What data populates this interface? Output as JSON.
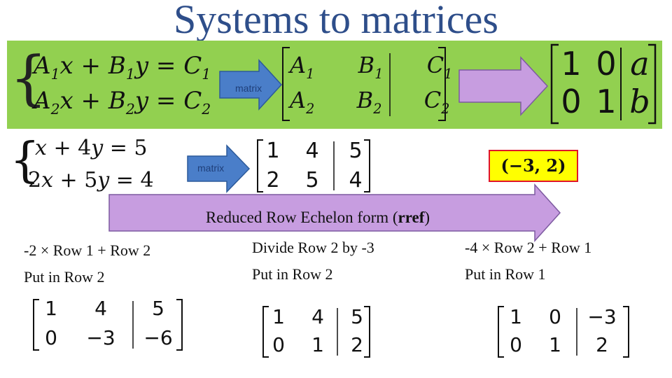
{
  "title": "Systems to matrices",
  "general": {
    "eq1": {
      "a": "A",
      "a_sub": "1",
      "x": "x",
      "plus": "+",
      "b": "B",
      "b_sub": "1",
      "y": "y",
      "eq": "=",
      "c": "C",
      "c_sub": "1"
    },
    "eq2": {
      "a": "A",
      "a_sub": "2",
      "x": "x",
      "plus": "+",
      "b": "B",
      "b_sub": "2",
      "y": "y",
      "eq": "=",
      "c": "C",
      "c_sub": "2"
    },
    "arrow_label": "matrix",
    "augmented": {
      "a1": "A",
      "a1_sub": "1",
      "b1": "B",
      "b1_sub": "1",
      "c1": "C",
      "c1_sub": "1",
      "a2": "A",
      "a2_sub": "2",
      "b2": "B",
      "b2_sub": "2",
      "c2": "C",
      "c2_sub": "2"
    },
    "result": {
      "r1": [
        "1",
        "0",
        "a"
      ],
      "r2": [
        "0",
        "1",
        "b"
      ]
    }
  },
  "example": {
    "eq1": "𝑥 + 4𝑦 = 5",
    "eq2": "2𝑥 + 5𝑦 = 4",
    "arrow_label": "matrix",
    "matrix": {
      "r1": [
        "1",
        "4",
        "5"
      ],
      "r2": [
        "2",
        "5",
        "4"
      ]
    },
    "solution": "(−𝟑, 𝟐)",
    "accent_color": "#ffff00",
    "border_color": "#e0142b"
  },
  "rref_banner": {
    "prefix": "Reduced Row Echelon form (",
    "bold": "rref",
    "suffix": ")",
    "fill_color": "#c79de0"
  },
  "steps": [
    {
      "line1": "-2 × Row 1 + Row 2",
      "line2": "Put in Row 2",
      "r1": [
        "1",
        "4",
        "5"
      ],
      "r2": [
        "0",
        "−3",
        "−6"
      ]
    },
    {
      "line1": "Divide Row 2 by -3",
      "line2": "Put in Row 2",
      "r1": [
        "1",
        "4",
        "5"
      ],
      "r2": [
        "0",
        "1",
        "2"
      ]
    },
    {
      "line1": "-4 × Row 2 + Row 1",
      "line2": "Put in Row 1",
      "r1": [
        "1",
        "0",
        "−3"
      ],
      "r2": [
        "0",
        "1",
        "2"
      ]
    }
  ]
}
